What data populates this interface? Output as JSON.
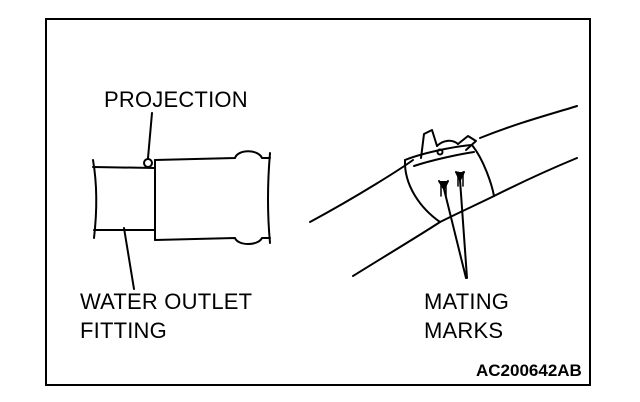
{
  "labels": {
    "projection": "PROJECTION",
    "water_outlet_line1": "WATER OUTLET",
    "water_outlet_line2": "FITTING",
    "mating_line1": "MATING",
    "mating_line2": "MARKS"
  },
  "figure_code": "AC200642AB",
  "colors": {
    "ink": "#000000",
    "paper": "#ffffff"
  }
}
